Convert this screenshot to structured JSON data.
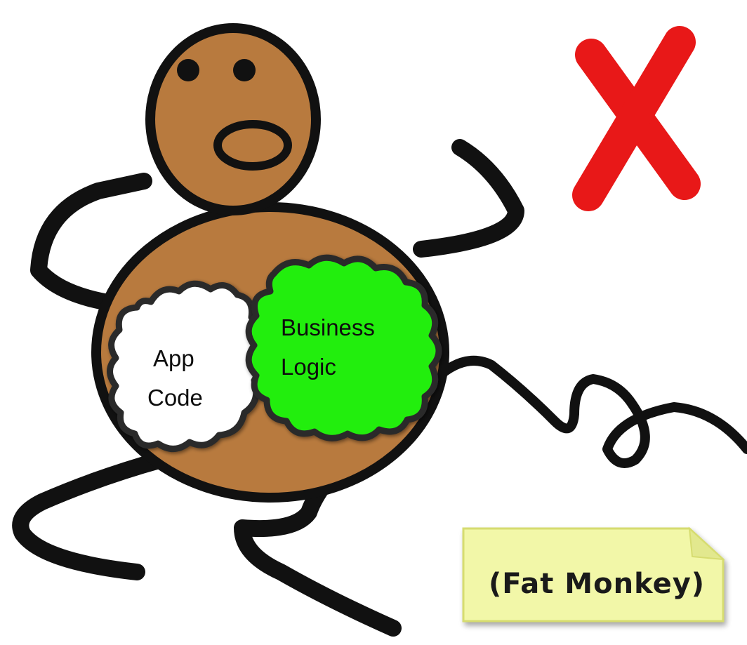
{
  "figure": {
    "character": "fat-monkey-stick-figure",
    "clouds": {
      "app_code": {
        "line1": "App",
        "line2": "Code"
      },
      "business_logic": {
        "line1": "Business",
        "line2": "Logic"
      }
    },
    "note": {
      "label": "(Fat Monkey)"
    },
    "mark": "red-x-icon"
  },
  "colors": {
    "body_fill": "#B87A3E",
    "outline": "#111111",
    "app_code_cloud": "#FFFFFF",
    "business_logic_cloud": "#22EE11",
    "x_mark": "#E81818",
    "note_fill": "#F2F7A8",
    "note_border": "#D6DC70"
  }
}
